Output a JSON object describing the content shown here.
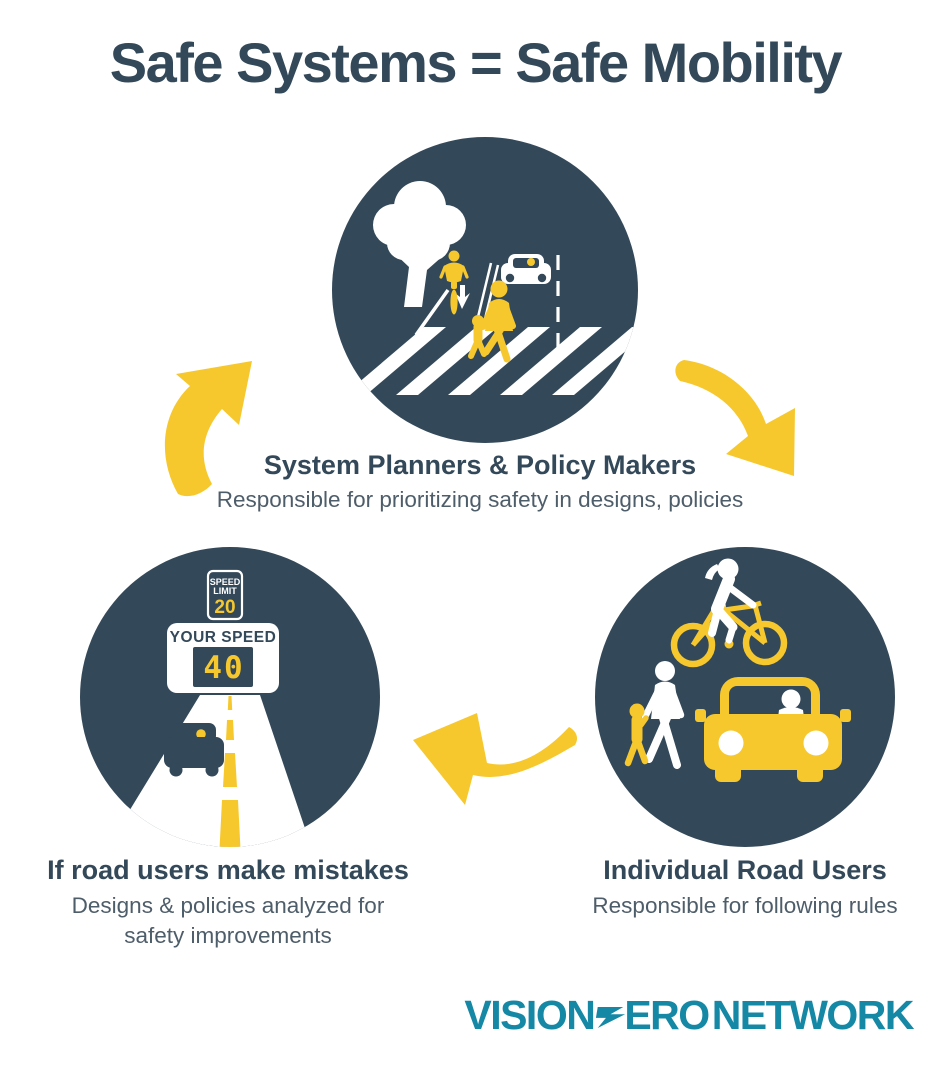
{
  "title": "Safe Systems = Safe Mobility",
  "colors": {
    "slate": "#334859",
    "yellow": "#F6C82D",
    "teal": "#1588A6",
    "sub_gray": "#4E5D6A",
    "white": "#FFFFFF"
  },
  "nodes": {
    "planners": {
      "title": "System Planners & Policy Makers",
      "subtitle": "Responsible for prioritizing safety in designs, policies"
    },
    "road_users": {
      "title": "Individual Road Users",
      "subtitle": "Responsible for following rules"
    },
    "mistakes": {
      "title": "If road users make mistakes",
      "subtitle": "Designs & policies analyzed for safety improvements"
    }
  },
  "speed_sign": {
    "line1": "SPEED",
    "line2": "LIMIT",
    "value": "20"
  },
  "speed_display": {
    "label": "YOUR SPEED",
    "value": "40"
  },
  "logo": {
    "vision": "VISION",
    "ero": "ERO",
    "network": "NETWORK",
    "full_text": "VISION ZERO NETWORK"
  }
}
